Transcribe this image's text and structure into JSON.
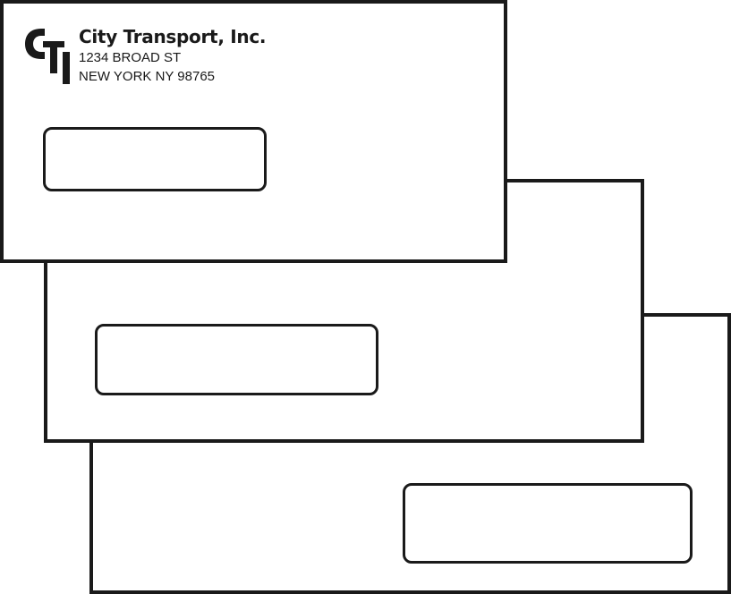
{
  "sender": {
    "company_name": "City Transport, Inc.",
    "address_line_1": "1234 BROAD ST",
    "address_line_2": "NEW YORK NY 98765"
  },
  "logo": {
    "icon": "cti-logo-icon"
  },
  "colors": {
    "ink": "#1a1a1a",
    "paper": "#ffffff"
  }
}
